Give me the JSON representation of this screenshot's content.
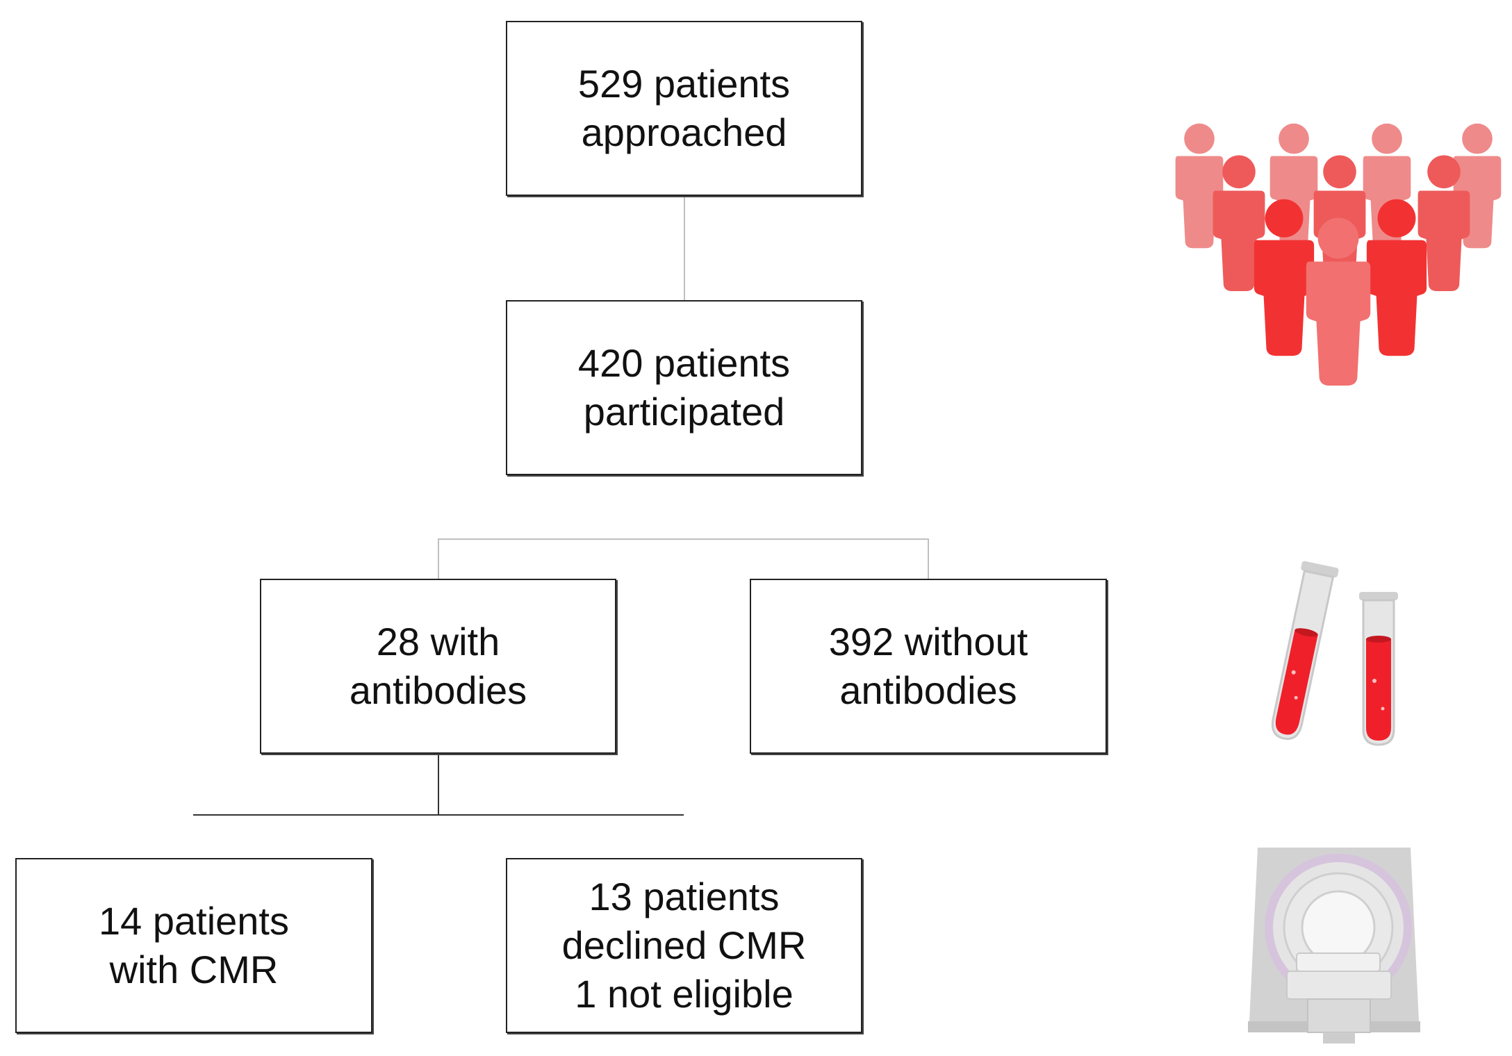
{
  "flowchart": {
    "approached": [
      "529 patients",
      "approached"
    ],
    "participated": [
      "420 patients",
      "participated"
    ],
    "with_antibodies": [
      "28 with",
      "antibodies"
    ],
    "without_antibodies": [
      "392 without",
      "antibodies"
    ],
    "with_cmr": [
      "14 patients",
      "with CMR"
    ],
    "declined": [
      "13 patients",
      "declined CMR",
      "1 not eligible"
    ]
  },
  "icons": [
    "people-group-icon",
    "blood-test-tubes-icon",
    "mri-scanner-icon"
  ],
  "colors": {
    "box_border": "#222222",
    "connector": "#bfbfbf",
    "people_light": "#ef8a8a",
    "people_mid": "#ee5a5a",
    "people_dark": "#f23232",
    "blood": "#f0202a",
    "scanner_gray": "#d4d4d4",
    "scanner_lavender": "#d6c4dd"
  }
}
